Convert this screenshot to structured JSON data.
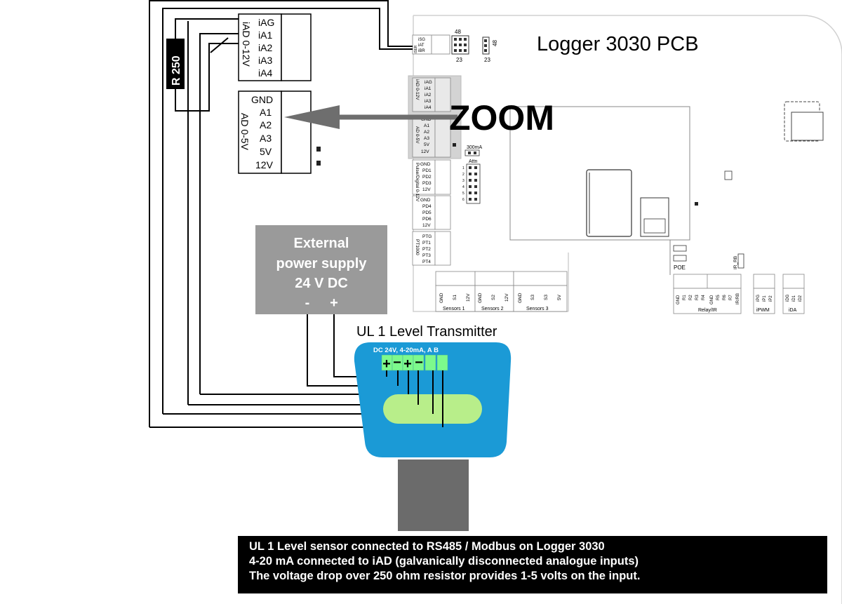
{
  "pcb": {
    "title": "Logger 3030 PCB",
    "zoom_label": "ZOOM",
    "ser_labels": [
      "iSG",
      "iAT",
      "iBR"
    ],
    "ser_group": "iSER",
    "jumper_48_a": "48",
    "jumper_23_a": "23",
    "jumper_48_b": "48",
    "jumper_23_b": "23",
    "iad_small": [
      "iAG",
      "iA1",
      "iA2",
      "iA3",
      "iA4"
    ],
    "iad_small_group": "iAD 0-12V",
    "ad_small": [
      "GND",
      "A1",
      "A2",
      "A3",
      "5V",
      "12V"
    ],
    "ad_small_group": "AD 0-5V",
    "current_label": "300mA",
    "attn_label": "Attn",
    "attn_numbers": [
      "1",
      "2",
      "3",
      "4",
      "5",
      "6"
    ],
    "pulse_a": [
      "GND",
      "PD1",
      "PD2",
      "PD3",
      "12V"
    ],
    "pulse_b": [
      "GND",
      "PD4",
      "PD5",
      "PD6",
      "12V"
    ],
    "pulse_group": "Pulse/Digital 0-12V",
    "pt_labels": [
      "PTG",
      "PT1",
      "PT2",
      "PT3",
      "PT4"
    ],
    "pt_group": "PT1000",
    "sensors": [
      {
        "pins": [
          "GND",
          "S1",
          "12V"
        ],
        "label": "Sensors 1"
      },
      {
        "pins": [
          "GND",
          "S2",
          "12V"
        ],
        "label": "Sensors 2"
      },
      {
        "pins": [
          "GND",
          "S3",
          "5V"
        ],
        "label": "Sensors 3"
      }
    ],
    "poe_label": "POE",
    "ir_rb_label": "IR_RB",
    "relay_pins": [
      "GND",
      "R1",
      "R2",
      "R3",
      "R4",
      "GND",
      "R5",
      "R6",
      "R7",
      "IR/RB"
    ],
    "relay_group": "Relay/IR",
    "ipwm_pins": [
      "iPG",
      "iP1",
      "iP2"
    ],
    "ipwm_group": "iPWM",
    "ida_pins": [
      "iDG",
      "iD1",
      "iD2"
    ],
    "ida_group": "iDA"
  },
  "zoomed": {
    "iad_labels": [
      "iAG",
      "iA1",
      "iA2",
      "iA3",
      "iA4"
    ],
    "iad_group": "iAD 0-12V",
    "ad_labels": [
      "GND",
      "A1",
      "A2",
      "A3",
      "5V",
      "12V"
    ],
    "ad_group": "AD 0-5V",
    "resistor_label": "R 250"
  },
  "power_supply": {
    "line1": "External",
    "line2": "power supply",
    "line3": "24 V DC",
    "minus": "-",
    "plus": "+"
  },
  "transmitter": {
    "title": "UL 1 Level Transmitter",
    "terminal_label": "DC 24V, 4-20mA, A B",
    "terminals": [
      "+",
      "−",
      "+",
      "−",
      "",
      ""
    ]
  },
  "caption": {
    "line1": "UL 1 Level sensor connected to RS485 / Modbus on Logger 3030",
    "line2": "4-20 mA connected to iAD (galvanically disconnected analogue inputs)",
    "line3": "The voltage drop over 250 ohm resistor provides 1-5 volts on the input."
  },
  "colors": {
    "transmitter_body": "#1b9ad6",
    "terminal_green": "#7dfa8c",
    "oval_green": "#b8ee8a",
    "cable_gray": "#6b6b6b",
    "psu_gray": "#9a9a9a",
    "zoom_gray": "#d3d3d3",
    "arrow_gray": "#6e6e6e"
  }
}
